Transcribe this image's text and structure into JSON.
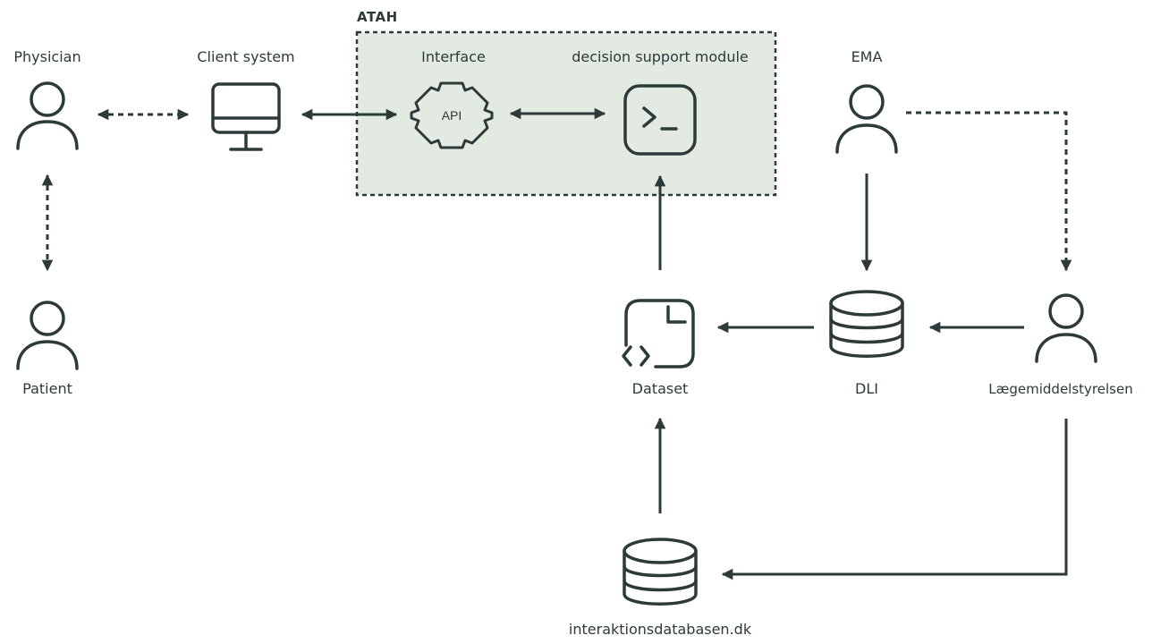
{
  "group": {
    "title": "ATAH"
  },
  "nodes": {
    "physician": {
      "label": "Physician",
      "icon": "person-icon"
    },
    "client": {
      "label": "Client system",
      "icon": "monitor-icon"
    },
    "interface": {
      "label": "Interface",
      "icon": "api-gear-icon",
      "icon_text": "API"
    },
    "dsm": {
      "label": "decision support module",
      "icon": "terminal-icon"
    },
    "ema": {
      "label": "EMA",
      "icon": "person-icon"
    },
    "patient": {
      "label": "Patient",
      "icon": "person-icon"
    },
    "dataset": {
      "label": "Dataset",
      "icon": "code-file-icon"
    },
    "dli": {
      "label": "DLI",
      "icon": "database-icon"
    },
    "laegemiddel": {
      "label": "Lægemiddelstyrelsen",
      "icon": "person-icon"
    },
    "interaktion": {
      "label": "interaktionsdatabasen.dk",
      "icon": "database-icon"
    }
  },
  "edges": [
    {
      "from": "physician",
      "to": "client",
      "style": "dashed",
      "direction": "both"
    },
    {
      "from": "client",
      "to": "interface",
      "style": "solid",
      "direction": "both"
    },
    {
      "from": "interface",
      "to": "dsm",
      "style": "solid",
      "direction": "both"
    },
    {
      "from": "physician",
      "to": "patient",
      "style": "dashed",
      "direction": "both"
    },
    {
      "from": "dataset",
      "to": "dsm",
      "style": "solid",
      "direction": "forward"
    },
    {
      "from": "ema",
      "to": "dli",
      "style": "solid",
      "direction": "forward"
    },
    {
      "from": "ema",
      "to": "laegemiddel",
      "style": "dashed",
      "direction": "forward"
    },
    {
      "from": "dli",
      "to": "dataset",
      "style": "solid",
      "direction": "forward"
    },
    {
      "from": "laegemiddel",
      "to": "dli",
      "style": "solid",
      "direction": "forward"
    },
    {
      "from": "interaktion",
      "to": "dataset",
      "style": "solid",
      "direction": "forward"
    },
    {
      "from": "laegemiddel",
      "to": "interaktion",
      "style": "solid",
      "direction": "forward"
    }
  ],
  "colors": {
    "stroke": "#2d3a3a",
    "group_fill": "#e3eae1",
    "group_border": "#2d3a3a"
  }
}
